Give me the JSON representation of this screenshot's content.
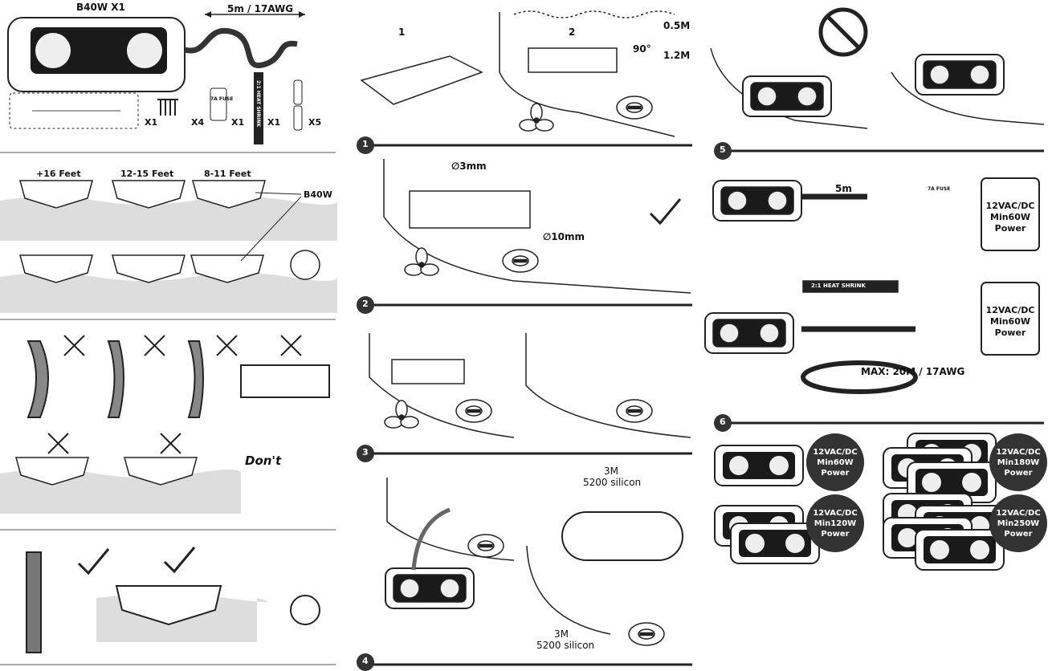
{
  "kit": {
    "light_label": "B40W X1",
    "cable_label": "5m / 17AWG",
    "qty_template": "X1",
    "qty_screws": "X4",
    "qty_fuse": "X1",
    "qty_shrink": "X1",
    "qty_connectors": "X5",
    "fuse_text": "7A FUSE",
    "shrink_text": "2:1 HEAT SHRINK"
  },
  "boat_sizes": {
    "size_a": "+16 Feet",
    "size_b": "12-15 Feet",
    "size_c": "8-11 Feet",
    "model": "B40W"
  },
  "dont_text": "Don't",
  "mounting": {
    "steps": [
      "1",
      "2",
      "3",
      "4",
      "5",
      "6"
    ],
    "depth_top": "0.5M",
    "depth_bottom": "1.2M",
    "angle": "90°",
    "hole_small": "∅3mm",
    "hole_large": "∅10mm",
    "sealant_top": "3M\n5200 silicon",
    "sealant_top_l1": "3M",
    "sealant_top_l2": "5200 silicon",
    "sealant_bottom_l1": "3M",
    "sealant_bottom_l2": "5200 silicon"
  },
  "wiring": {
    "cable_len": "5m",
    "fuse_text": "7A FUSE",
    "shrink_text": "2:1 HEAT SHRINK",
    "max_run": "MAX: 20M / 17AWG",
    "ps1": [
      "12VAC/DC",
      "Min60W",
      "Power"
    ],
    "ps2": [
      "12VAC/DC",
      "Min60W",
      "Power"
    ]
  },
  "power_table": [
    [
      "12VAC/DC",
      "Min60W",
      "Power"
    ],
    [
      "12VAC/DC",
      "Min180W",
      "Power"
    ],
    [
      "12VAC/DC",
      "Min120W",
      "Power"
    ],
    [
      "12VAC/DC",
      "Min250W",
      "Power"
    ]
  ]
}
